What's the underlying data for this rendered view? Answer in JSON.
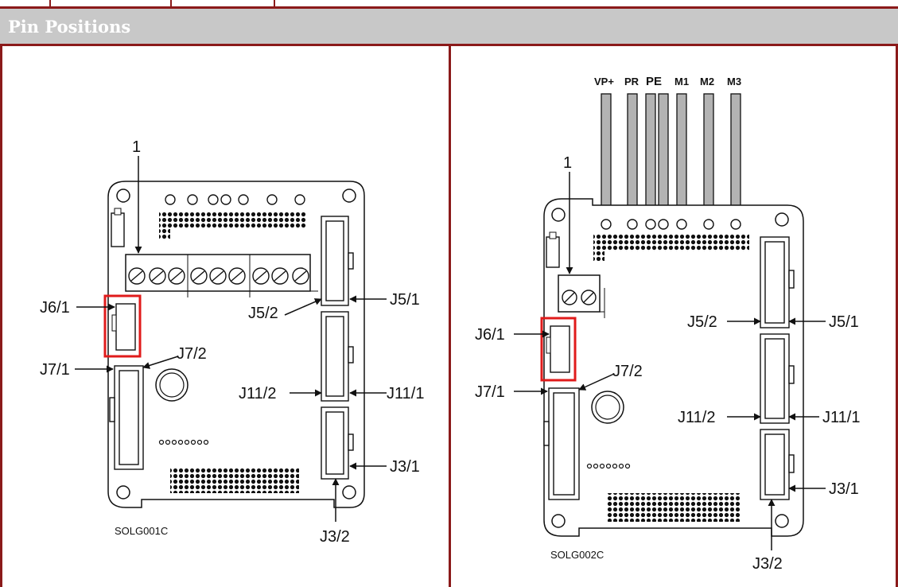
{
  "header": {
    "title": "Pin Positions"
  },
  "board_left": {
    "code": "SOLG001C",
    "labels": {
      "pointer": "1",
      "j6_1": "J6/1",
      "j7_1": "J7/1",
      "j7_2": "J7/2",
      "j5_1": "J5/1",
      "j5_2": "J5/2",
      "j11_1": "J11/1",
      "j11_2": "J11/2",
      "j3_1": "J3/1",
      "j3_2": "J3/2"
    }
  },
  "board_right": {
    "code": "SOLG002C",
    "pins": [
      "VP+",
      "PR",
      "PE",
      "M1",
      "M2",
      "M3"
    ],
    "labels": {
      "pointer": "1",
      "j6_1": "J6/1",
      "j7_1": "J7/1",
      "j7_2": "J7/2",
      "j5_1": "J5/1",
      "j5_2": "J5/2",
      "j11_1": "J11/1",
      "j11_2": "J11/2",
      "j3_1": "J3/1",
      "j3_2": "J3/2"
    }
  },
  "colors": {
    "accent": "#8b1a1a",
    "highlight": "#e01b1b",
    "header_bg": "#c8c8c8"
  }
}
